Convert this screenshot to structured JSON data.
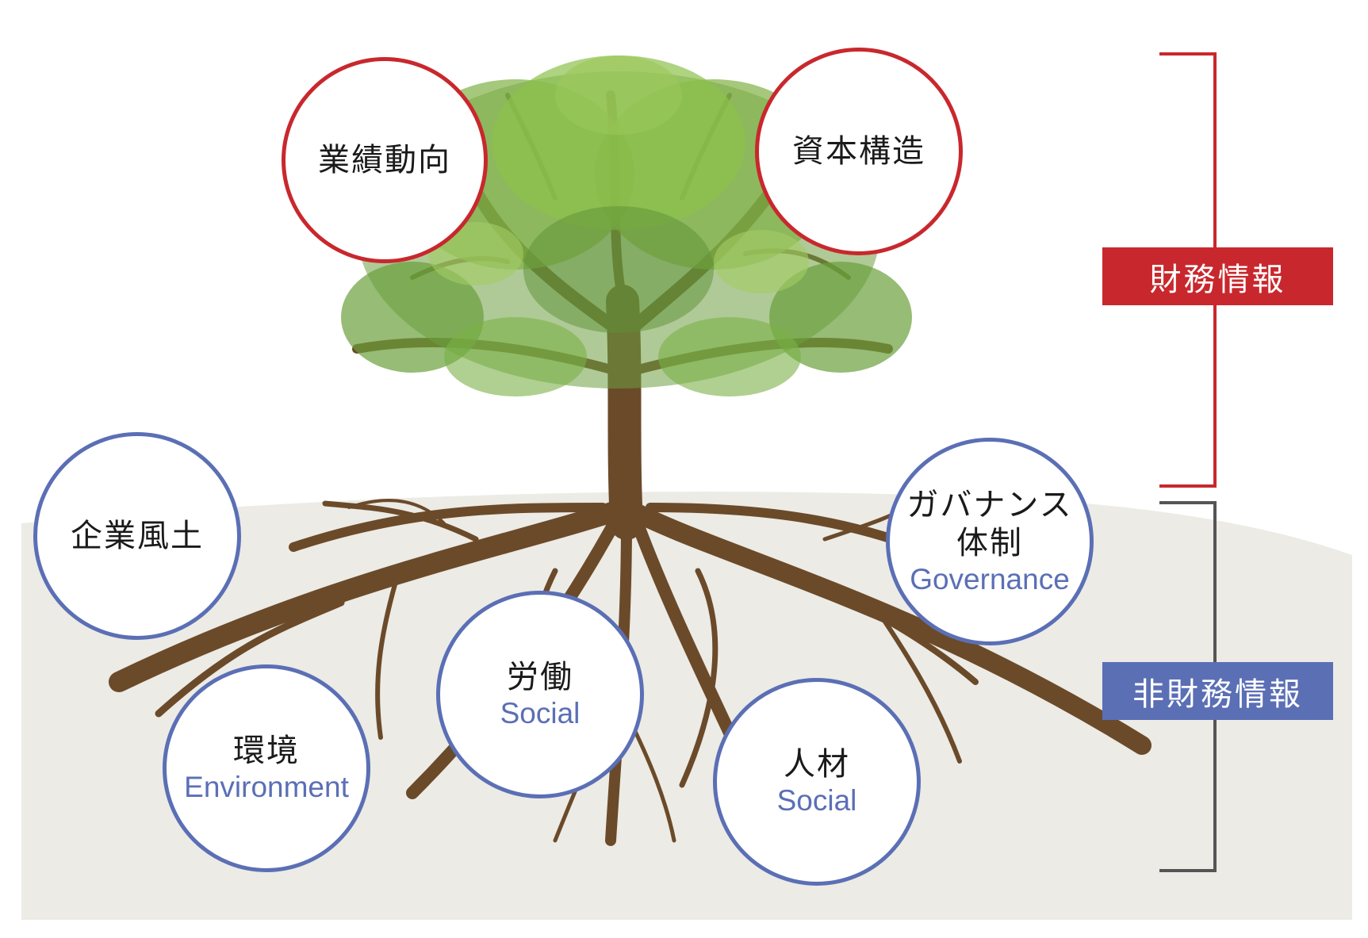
{
  "colors": {
    "financial": "#c8282d",
    "non_financial": "#5b6fb5",
    "ground": "#ecebe5",
    "trunk": "#6b4a2a"
  },
  "financial": {
    "label": "財務情報",
    "items": [
      {
        "jp": "業績動向"
      },
      {
        "jp": "資本構造"
      }
    ]
  },
  "non_financial": {
    "label": "非財務情報",
    "items": [
      {
        "jp": "企業風土"
      },
      {
        "jp": "ガバナンス",
        "jp2": "体制",
        "en": "Governance"
      },
      {
        "jp": "労働",
        "en": "Social"
      },
      {
        "jp": "環境",
        "en": "Environment"
      },
      {
        "jp": "人材",
        "en": "Social"
      }
    ]
  }
}
